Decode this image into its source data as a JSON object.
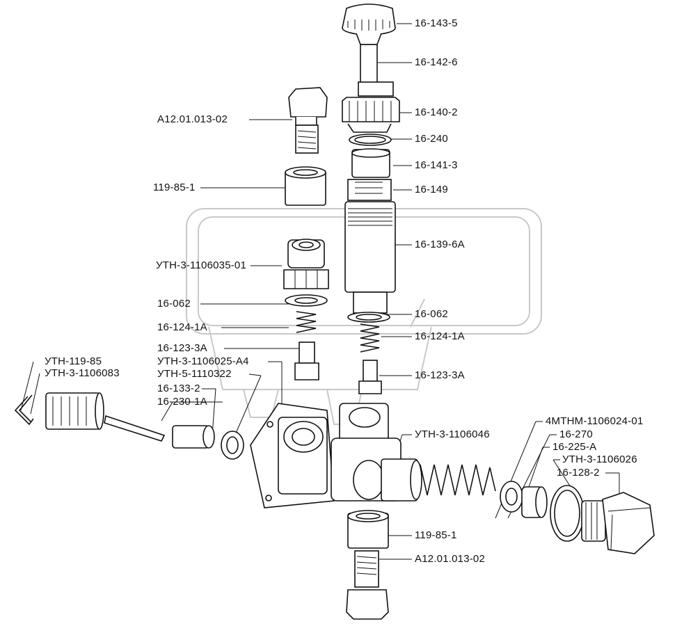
{
  "colors": {
    "ink": "#111111",
    "background": "#ffffff",
    "watermark": "#c8c8c8"
  },
  "labels": {
    "p_16_143_5": "16-143-5",
    "p_16_142_6": "16-142-6",
    "p_16_140_2": "16-140-2",
    "p_16_240": "16-240",
    "p_16_141_3": "16-141-3",
    "p_16_149": "16-149",
    "p_16_139_6a": "16-139-6А",
    "p_16_062_right": "16-062",
    "p_16_124_1a_right": "16-124-1А",
    "p_16_123_3a_right": "16-123-3А",
    "p_a12_top": "А12.01.013-02",
    "p_119_85_1_top": "119-85-1",
    "p_utn_3_1106035_01": "УТН-3-1106035-01",
    "p_16_062_left": "16-062",
    "p_16_124_1a_left": "16-124-1А",
    "p_16_123_3a_left": "16-123-3А",
    "p_utn_119_85": "УТН-119-85",
    "p_utn_3_1106083": "УТН-3-1106083",
    "p_utn_3_1106025_a4": "УТН-3-1106025-А4",
    "p_utn_5_1110322": "УТН-5-1110322",
    "p_16_133_2": "16-133-2",
    "p_16_230_1a": "16-230-1А",
    "p_utn_3_1106046": "УТН-3-1106046",
    "p_4mtnm": "4МТНМ-1106024-01",
    "p_16_270": "16-270",
    "p_16_225_a": "16-225-А",
    "p_utn_3_1106026": "УТН-3-1106026",
    "p_16_128_2": "16-128-2",
    "p_119_85_1_bottom": "119-85-1",
    "p_a12_bottom": "А12.01.013-02"
  }
}
